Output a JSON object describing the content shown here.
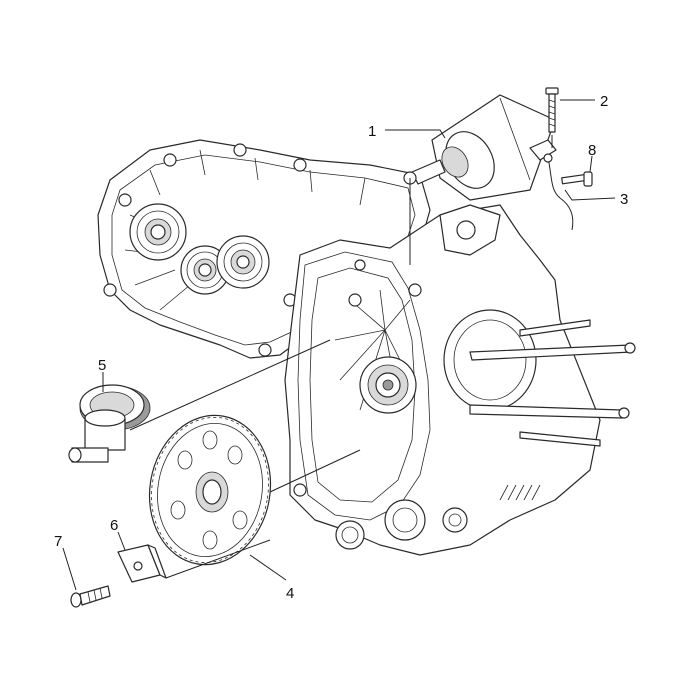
{
  "callouts": [
    {
      "id": "starter-motor",
      "label": "1"
    },
    {
      "id": "screw",
      "label": "2"
    },
    {
      "id": "wire",
      "label": "3"
    },
    {
      "id": "large-gear",
      "label": "4"
    },
    {
      "id": "idler-gear",
      "label": "5"
    },
    {
      "id": "bracket",
      "label": "6"
    },
    {
      "id": "bolt",
      "label": "7"
    },
    {
      "id": "small-screw",
      "label": "8"
    }
  ]
}
